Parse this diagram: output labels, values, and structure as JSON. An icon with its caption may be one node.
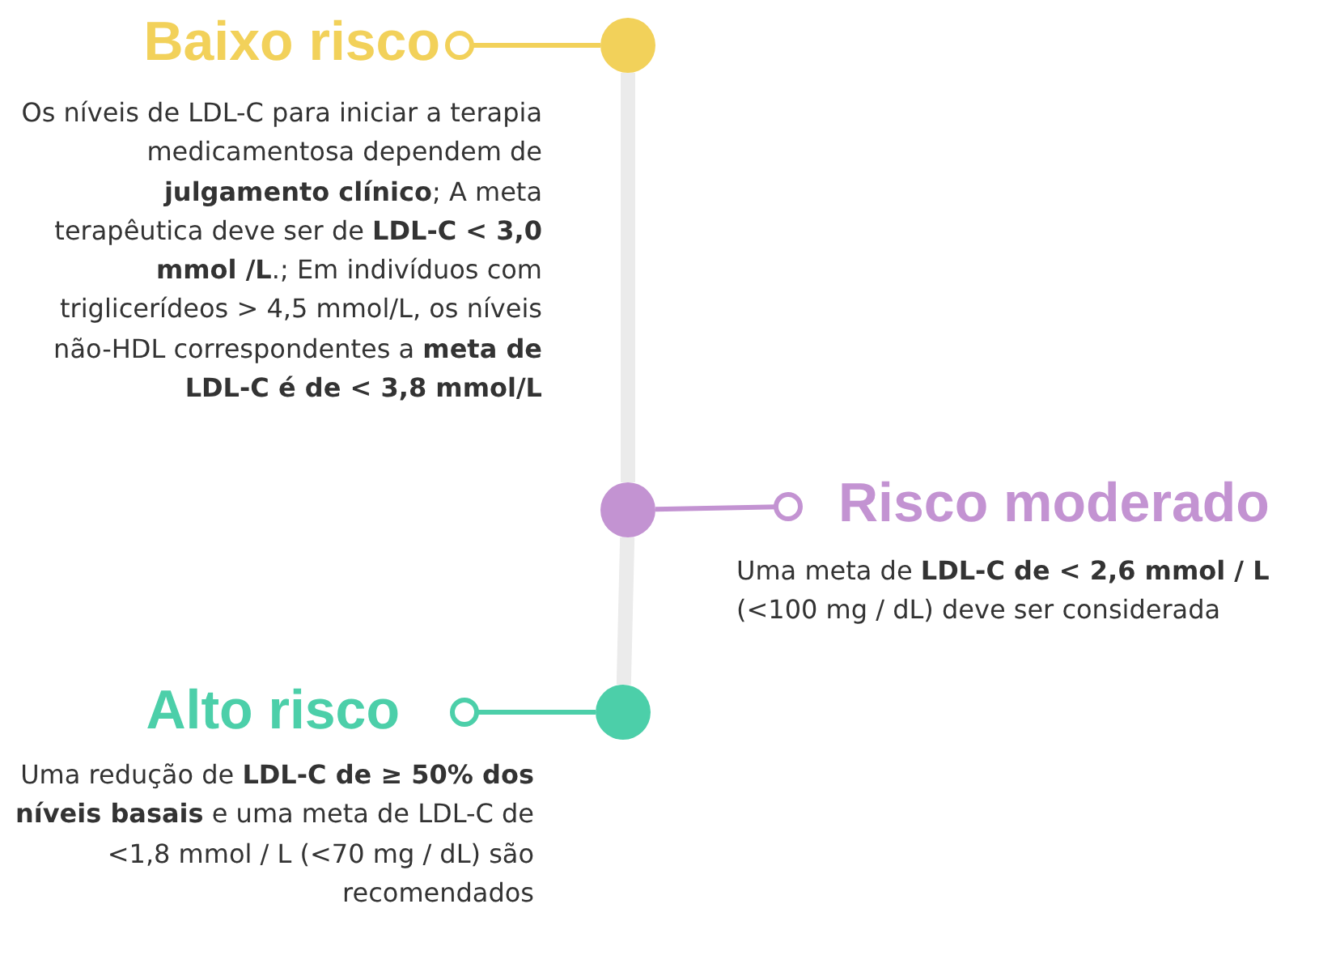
{
  "diagram": {
    "nodes": [
      {
        "text": [
          "Baixo risco",
          "Os níveis de LDL-C para iniciar a terapia medicamentosa dependem de **julgamento clínico**; A meta terapêutica deve ser de **LDL-C < 3,0 mmol /L**.; Em indivíduos com triglicerídeos > 4,5 mmol/L, os níveis não-HDL correspondentes a **meta de LDL-C é de < 3,8 mmol/L**"
        ]
      },
      {
        "text": [],
        "shape": "circle"
      },
      {
        "text": [],
        "shape": "circle"
      },
      {
        "text": [
          "Risco moderado",
          "Uma meta de **LDL-C de < 2,6 mmol / L** (<100 mg / dL) deve ser considerada"
        ]
      },
      {
        "text": [
          "Alto risco",
          "Uma redução de **LDL-C de ≥ 50% dos níveis basais** e uma meta de LDL-C de <1,8 mmol / L (<70 mg / dL) são recomendados"
        ]
      },
      {
        "text": [],
        "shape": "circle"
      }
    ],
    "edges": [
      {
        "from": 0,
        "to": 1,
        "arrow": "other",
        "color": "#f2d15a"
      },
      {
        "from": 3,
        "to": 2,
        "arrow": "other",
        "color": "#c393d2"
      },
      {
        "from": 4,
        "to": 5,
        "arrow": "other",
        "color": "#4ccfa9"
      },
      {
        "from": 1,
        "to": 2,
        "arrow": "none",
        "style": "thick",
        "color": "#ebebeb"
      },
      {
        "from": 2,
        "to": 5,
        "arrow": "none",
        "style": "thick",
        "color": "#ebebeb"
      }
    ]
  }
}
